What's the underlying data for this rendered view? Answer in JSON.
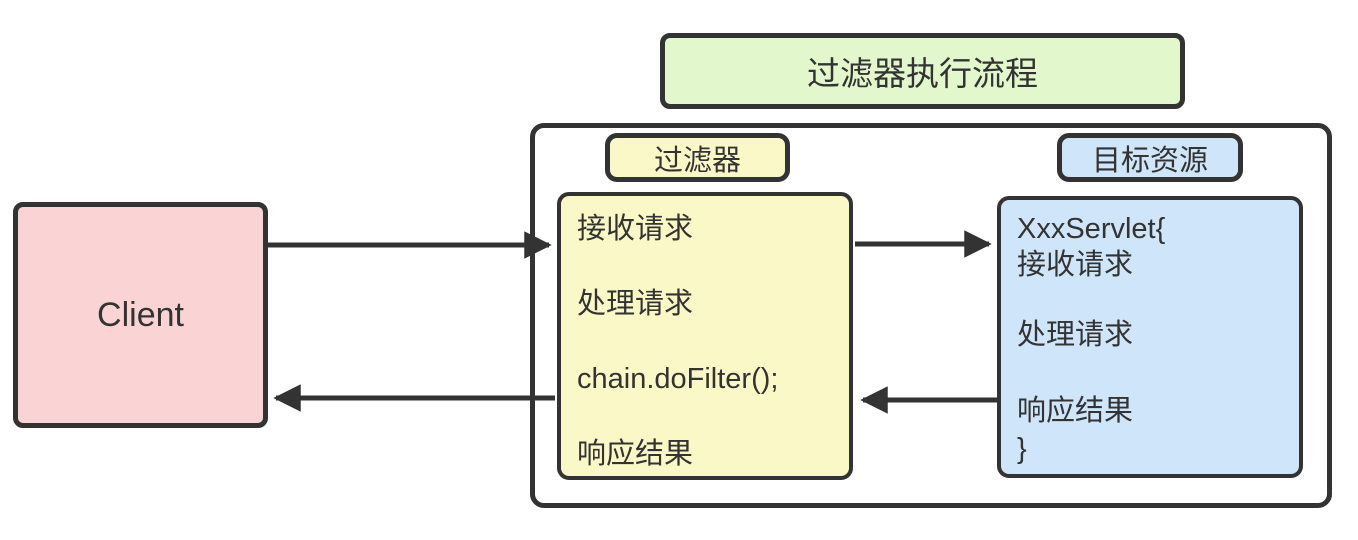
{
  "title": "过滤器执行流程",
  "client": {
    "label": "Client"
  },
  "filter": {
    "label": "过滤器",
    "lines": [
      "接收请求",
      "处理请求",
      "chain.doFilter();",
      "响应结果"
    ]
  },
  "target": {
    "label": "目标资源",
    "lines": [
      "XxxServlet{",
      "接收请求",
      "处理请求",
      "响应结果",
      "}"
    ]
  },
  "arrows": [
    {
      "name": "client-to-filter",
      "from": "Client",
      "to": "过滤器",
      "direction": "right"
    },
    {
      "name": "filter-to-target",
      "from": "过滤器",
      "to": "目标资源",
      "direction": "right"
    },
    {
      "name": "target-to-filter",
      "from": "目标资源",
      "to": "过滤器",
      "direction": "left"
    },
    {
      "name": "filter-to-client",
      "from": "过滤器",
      "to": "Client",
      "direction": "left"
    }
  ],
  "colors": {
    "title_bg": "#e3f7cd",
    "client_bg": "#fad4d4",
    "filter_bg": "#fbf8c7",
    "target_bg": "#cfe5f9",
    "stroke": "#333333",
    "canvas_bg": "#ffffff"
  }
}
